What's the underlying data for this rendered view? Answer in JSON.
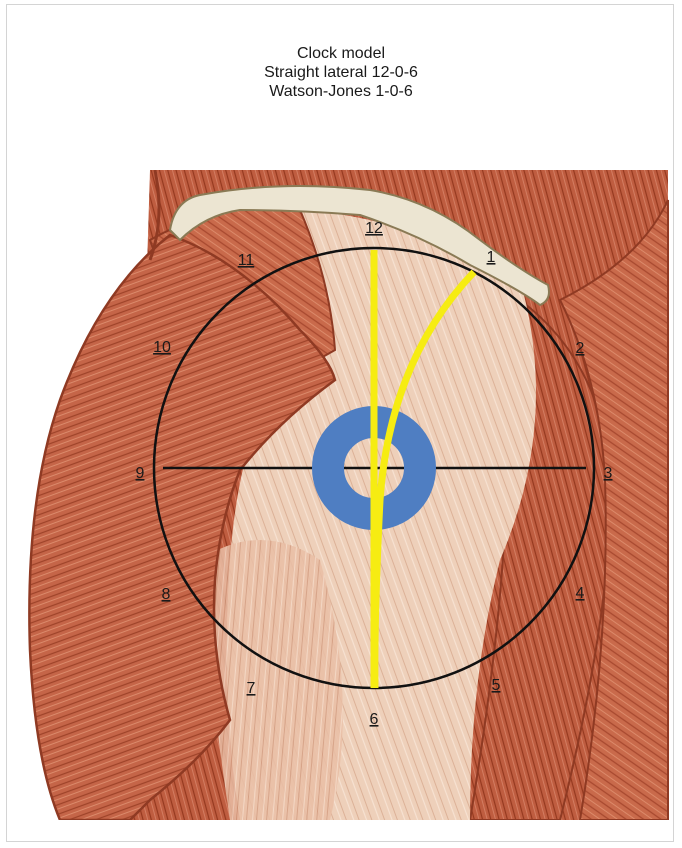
{
  "title_lines": [
    "Clock model",
    "Straight lateral 12-0-6",
    "Watson-Jones 1-0-6"
  ],
  "clock_labels": [
    "12",
    "1",
    "2",
    "3",
    "4",
    "5",
    "6",
    "7",
    "8",
    "9",
    "10",
    "11"
  ],
  "colors": {
    "muscle": "#c8694a",
    "muscle_dark": "#8f3a23",
    "tendon": "#efd2bd",
    "bone": "#ece5d2",
    "clock_line": "#111111",
    "path_line": "#f6ec12",
    "ring": "#4f7ec2"
  }
}
